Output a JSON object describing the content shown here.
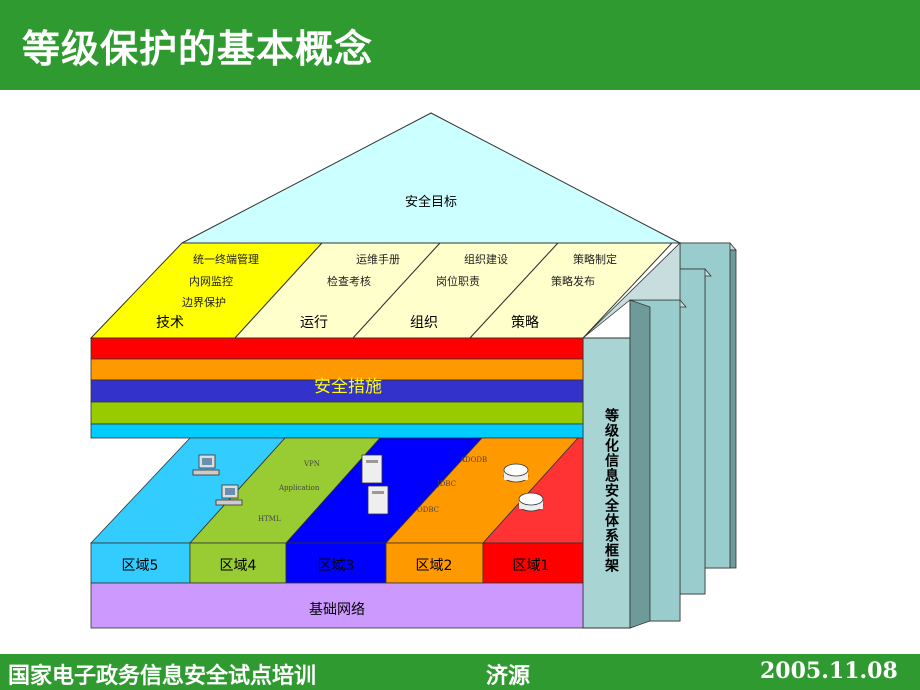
{
  "slide": {
    "title": "等级保护的基本概念"
  },
  "footer": {
    "left": "国家电子政务信息安全试点培训",
    "center": "济源",
    "right": "2005.11.08"
  },
  "diagram": {
    "roof_label": "安全目标",
    "sides": [
      {
        "label": "技术",
        "items": [
          "统一终端管理",
          "内网监控",
          "边界保护"
        ]
      },
      {
        "label": "运行",
        "items": [
          "运维手册",
          "检查考核"
        ]
      },
      {
        "label": "组织",
        "items": [
          "组织建设",
          "岗位职责"
        ]
      },
      {
        "label": "策略",
        "items": [
          "策略制定",
          "策略发布"
        ]
      }
    ],
    "measures_label": "安全措施",
    "framework_label": "等级化信息安全体系框架",
    "zones": [
      "区域5",
      "区域4",
      "区域3",
      "区域2",
      "区域1"
    ],
    "base_label": "基础网络",
    "protocol_labels": [
      "VPN",
      "Application",
      "HTML",
      "ODBC",
      "JDBC",
      "ADODB"
    ],
    "colors": {
      "header": "#2f9a2f",
      "roof": "#ccffff",
      "tech": "#ffff00",
      "ops": "#ffffcc",
      "band_red": "#ff0000",
      "band_orange": "#ff9900",
      "band_blue": "#3333cc",
      "band_green": "#99cc00",
      "band_cyan": "#00ccff",
      "zone5": "#33ccff",
      "zone4": "#99cc33",
      "zone3": "#0000ff",
      "zone2": "#ff9900",
      "zone1": "#ff0000",
      "base": "#cc99ff",
      "pillar": "#99cccc"
    }
  }
}
